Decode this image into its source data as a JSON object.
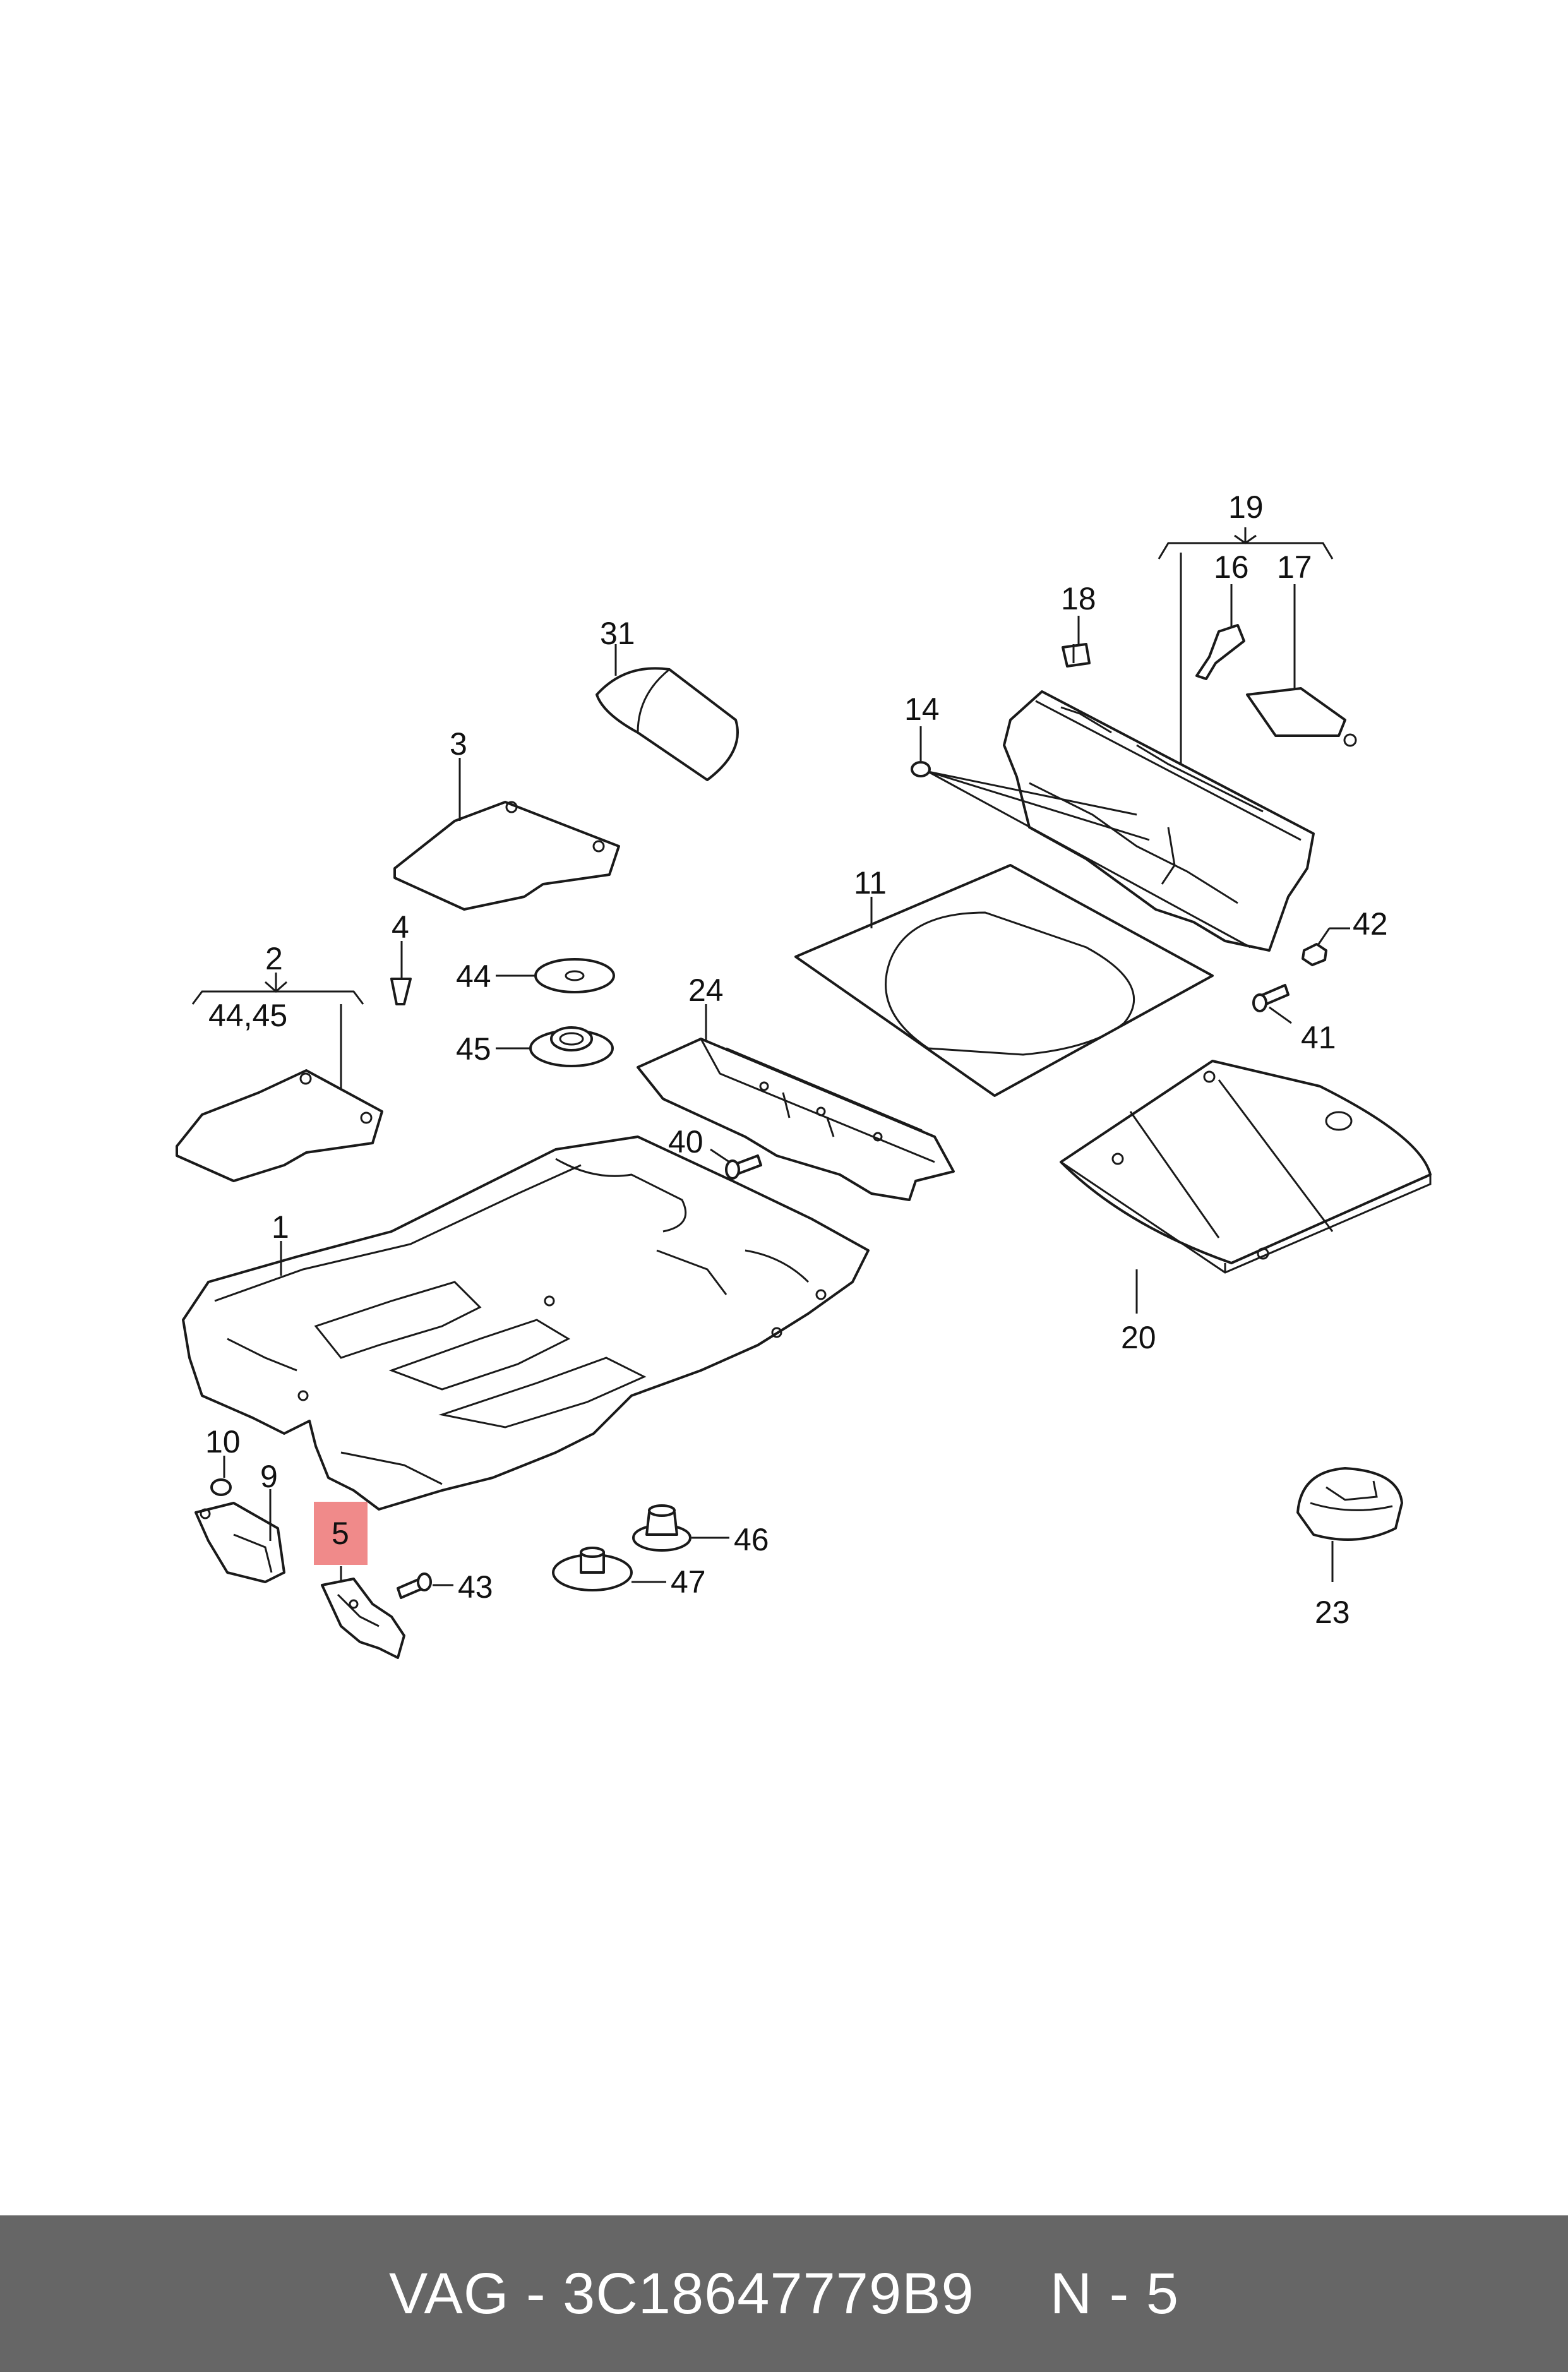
{
  "labels": {
    "l1": "1",
    "l2": "2",
    "l2sub": "44,45",
    "l3": "3",
    "l4": "4",
    "l5": "5",
    "l9": "9",
    "l10": "10",
    "l11": "11",
    "l14": "14",
    "l16": "16",
    "l17": "17",
    "l18": "18",
    "l19": "19",
    "l20": "20",
    "l23": "23",
    "l24": "24",
    "l31": "31",
    "l40": "40",
    "l41": "41",
    "l42": "42",
    "l43": "43",
    "l44": "44",
    "l45": "45",
    "l46": "46",
    "l47": "47"
  },
  "highlight": {
    "part": "5",
    "color": "#f08a8a"
  },
  "footer": {
    "brand_part": "VAG - 3C18647779B9",
    "position": "N - 5"
  }
}
